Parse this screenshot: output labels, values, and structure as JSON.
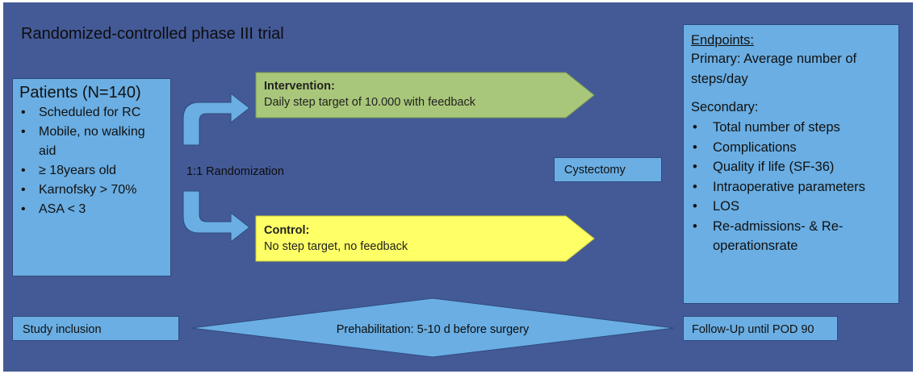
{
  "title": "Randomized-controlled phase III trial",
  "patients": {
    "heading": "Patients (N=140)",
    "criteria": [
      "Scheduled for RC",
      "Mobile, no walking aid",
      "≥ 18years old",
      "Karnofsky > 70%",
      "ASA < 3"
    ]
  },
  "randomization": "1:1 Randomization",
  "intervention": {
    "label": "Intervention:",
    "text": "Daily step target of 10.000 with feedback",
    "color": "#A9C77A"
  },
  "control": {
    "label": "Control:",
    "text": "No step target, no feedback",
    "color": "#FFFF66"
  },
  "cystectomy": "Cystectomy",
  "endpoints": {
    "heading": "Endpoints:",
    "primary": "Primary: Average number of steps/day",
    "secondary_heading": "Secondary:",
    "secondary": [
      "Total number of steps",
      "Complications",
      "Quality if life (SF-36)",
      "Intraoperative parameters",
      "LOS",
      "Re-admissions- & Re-operationsrate"
    ]
  },
  "timeline": {
    "inclusion": "Study inclusion",
    "prehab": "Prehabilitation: 5-10 d before surgery",
    "followup": "Follow-Up until POD 90"
  },
  "colors": {
    "background": "#445A97",
    "box": "#6AAEE3"
  }
}
